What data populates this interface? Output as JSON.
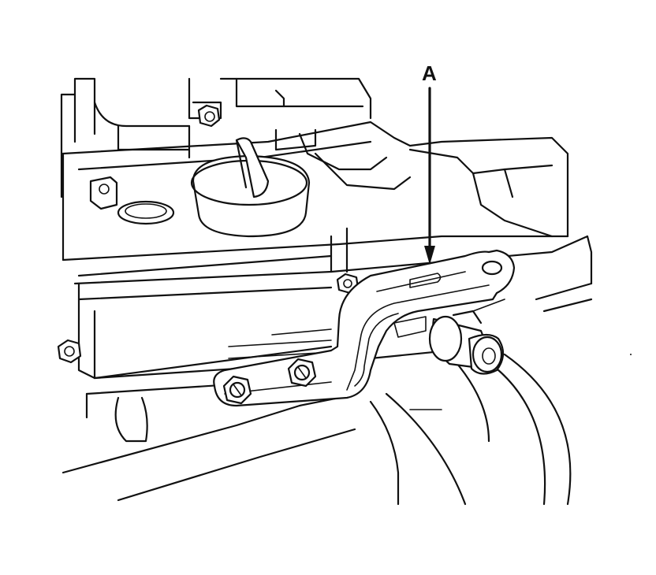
{
  "callout": {
    "label": "A"
  },
  "colors": {
    "line": "#111111",
    "background": "#ffffff"
  },
  "parts": [
    {
      "name": "cylinder-head-cover"
    },
    {
      "name": "oil-filler-cap"
    },
    {
      "name": "bracket",
      "callout": "A"
    },
    {
      "name": "bolt"
    },
    {
      "name": "nut"
    },
    {
      "name": "sensor-connector"
    },
    {
      "name": "intake-manifold"
    }
  ]
}
